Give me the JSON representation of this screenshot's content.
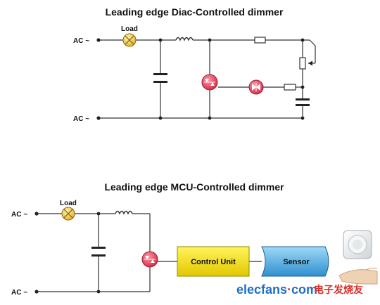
{
  "diagrams": {
    "diac": {
      "title": "Leading edge Diac-Controlled dimmer",
      "ac_top_label": "AC ~",
      "ac_bottom_label": "AC ~",
      "load_label": "Load"
    },
    "mcu": {
      "title": "Leading edge MCU-Controlled dimmer",
      "ac_top_label": "AC ~",
      "ac_bottom_label": "AC ~",
      "load_label": "Load",
      "control_unit_label": "Control Unit",
      "sensor_label": "Sensor"
    }
  },
  "watermark": {
    "site": "elecfans",
    "dot": "·",
    "tld": "com",
    "cn": "电子发烧友"
  },
  "colors": {
    "wire": "#333333",
    "load_fill": "#f6d24a",
    "triac_fill": "#e8475f",
    "control_unit_fill": "#f2e000",
    "sensor_fill": "#4aaee6",
    "watermark_blue": "#1f6fc1",
    "watermark_red": "#d9302b"
  }
}
